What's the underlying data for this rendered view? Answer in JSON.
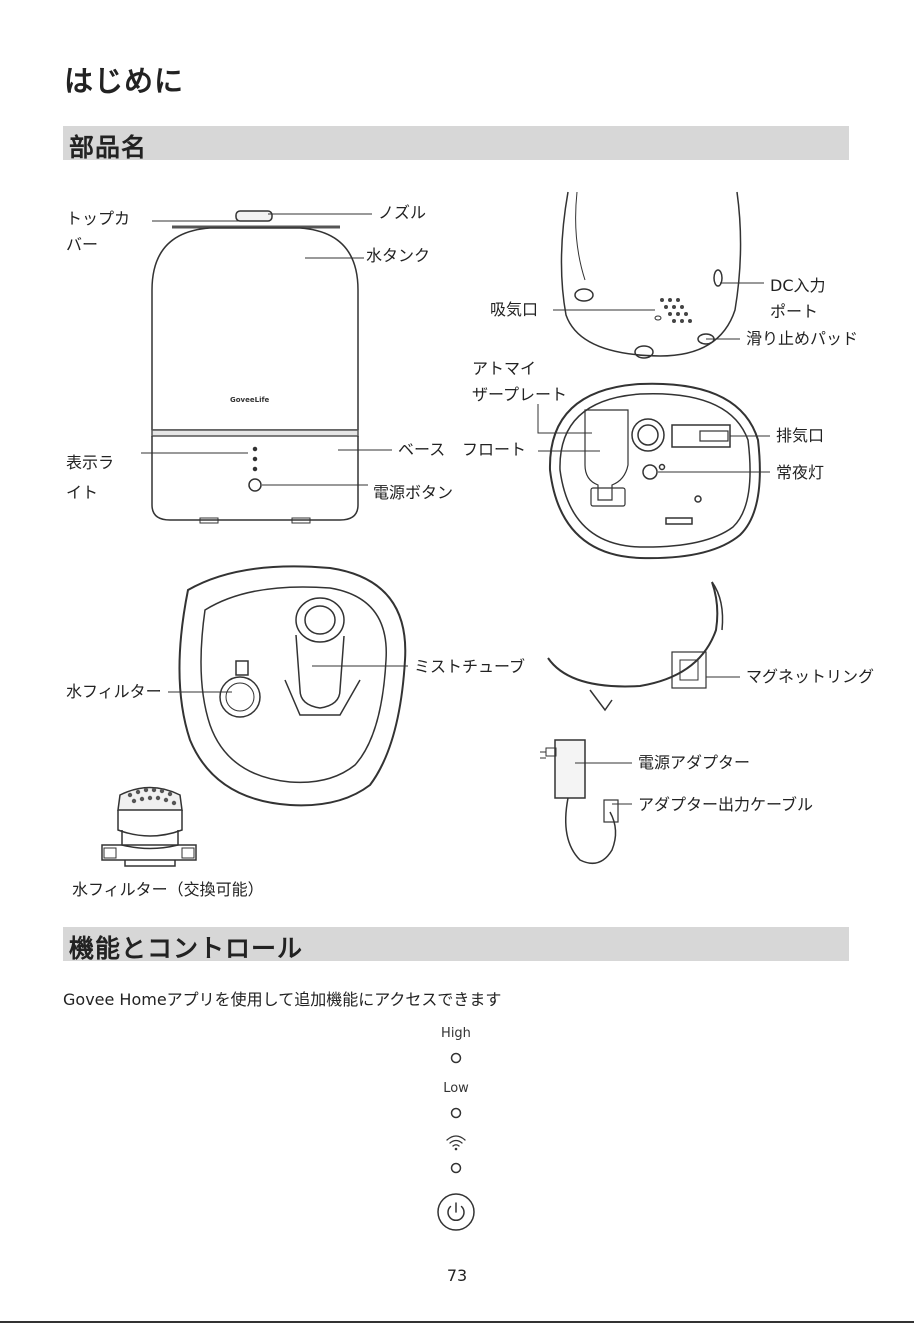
{
  "page_title": "はじめに",
  "sections": {
    "parts": {
      "heading": "部品名"
    },
    "controls": {
      "heading": "機能とコントロール",
      "intro": "Govee Homeアプリを使用して追加機能にアクセスできます"
    }
  },
  "brand_logo_text": "GoveeLife",
  "labels": {
    "top_cover_1": "トップカ",
    "top_cover_2": "バー",
    "nozzle": "ノズル",
    "water_tank": "水タンク",
    "indicator_1": "表示ラ",
    "indicator_2": "イト",
    "base": "ベース",
    "power_button": "電源ボタン",
    "intake": "吸気口",
    "dc_input_1": "DC入力",
    "dc_input_2": "ポート",
    "antislip_pad": "滑り止めパッド",
    "atomizer_1": "アトマイ",
    "atomizer_2": "ザープレート",
    "float": "フロート",
    "exhaust": "排気口",
    "night_light": "常夜灯",
    "mist_tube": "ミストチューブ",
    "water_filter": "水フィルター",
    "magnet_ring": "マグネットリング",
    "power_adapter": "電源アダプター",
    "adapter_cable": "アダプター出力ケーブル",
    "replaceable_filter": "水フィルター（交換可能）"
  },
  "controls": {
    "high": "High",
    "low": "Low"
  },
  "page_number": "73"
}
